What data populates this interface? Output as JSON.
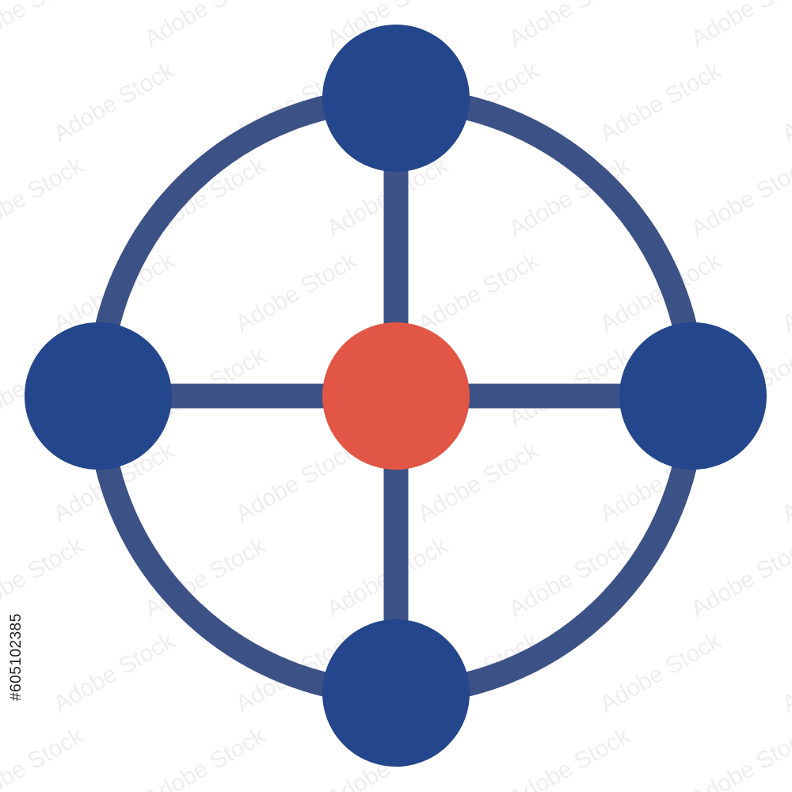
{
  "icon": {
    "name": "network-hub-icon",
    "colors": {
      "ring": "#3c5186",
      "spokes": "#3c5186",
      "outer_nodes": "#23468c",
      "center_node": "#e25646",
      "background": "#ffffff"
    },
    "node_count": 5
  },
  "watermark": {
    "text": "Adobe Stock",
    "color": "#eeeeee"
  },
  "stock_id": "#605102385"
}
